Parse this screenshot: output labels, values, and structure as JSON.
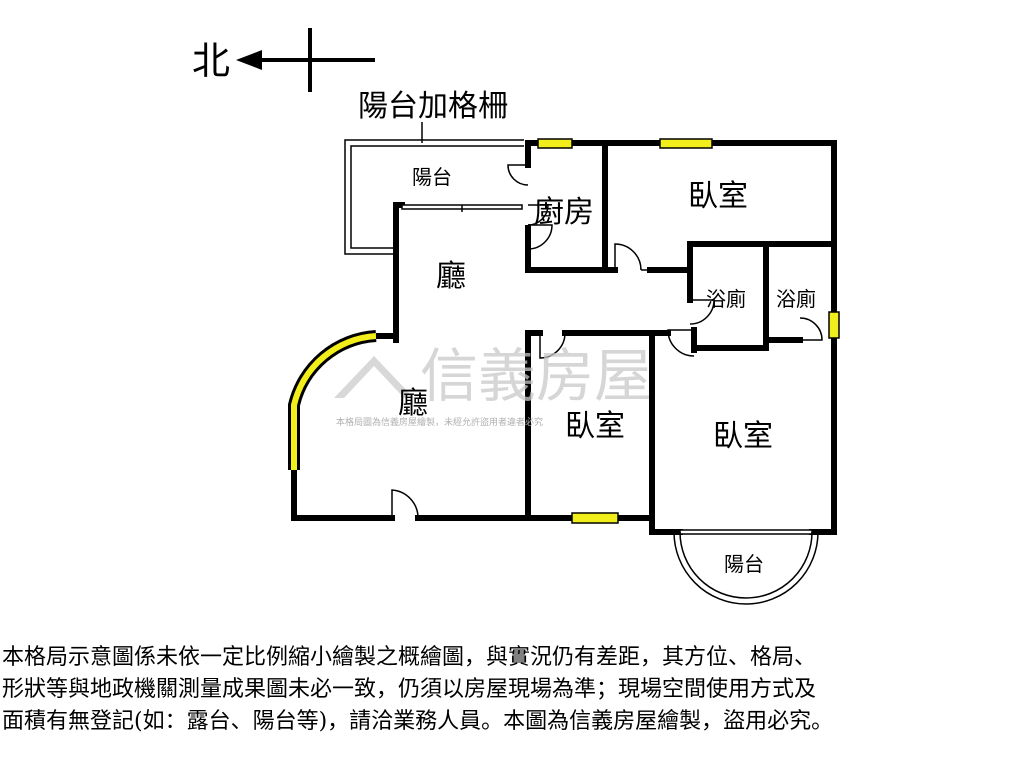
{
  "compass": {
    "label": "北"
  },
  "balcony_note": "陽台加格柵",
  "rooms": {
    "balcony_top": "陽台",
    "kitchen": "廚房",
    "bedroom_top": "臥室",
    "living_upper": "廳",
    "living_lower": "廳",
    "bath_left": "浴廁",
    "bath_right": "浴廁",
    "bedroom_middle": "臥室",
    "bedroom_right": "臥室",
    "balcony_bottom": "陽台"
  },
  "watermark": {
    "brand": "信義房屋",
    "fine_print": "本格局圖為信義房屋繪製，未經允許盜用者違者必究"
  },
  "disclaimer": [
    "本格局示意圖係未依一定比例縮小繪製之概繪圖，與實況仍有差距，其方位、格局、",
    "形狀等與地政機關測量成果圖未必一致，仍須以房屋現場為準；現場空間使用方式及",
    "面積有無登記(如：露台、陽台等)，請洽業務人員。本圖為信義房屋繪製，盜用必究。"
  ],
  "colors": {
    "wall": "#000000",
    "window": "#f2ee1c",
    "watermark": "#c8c8c8"
  }
}
